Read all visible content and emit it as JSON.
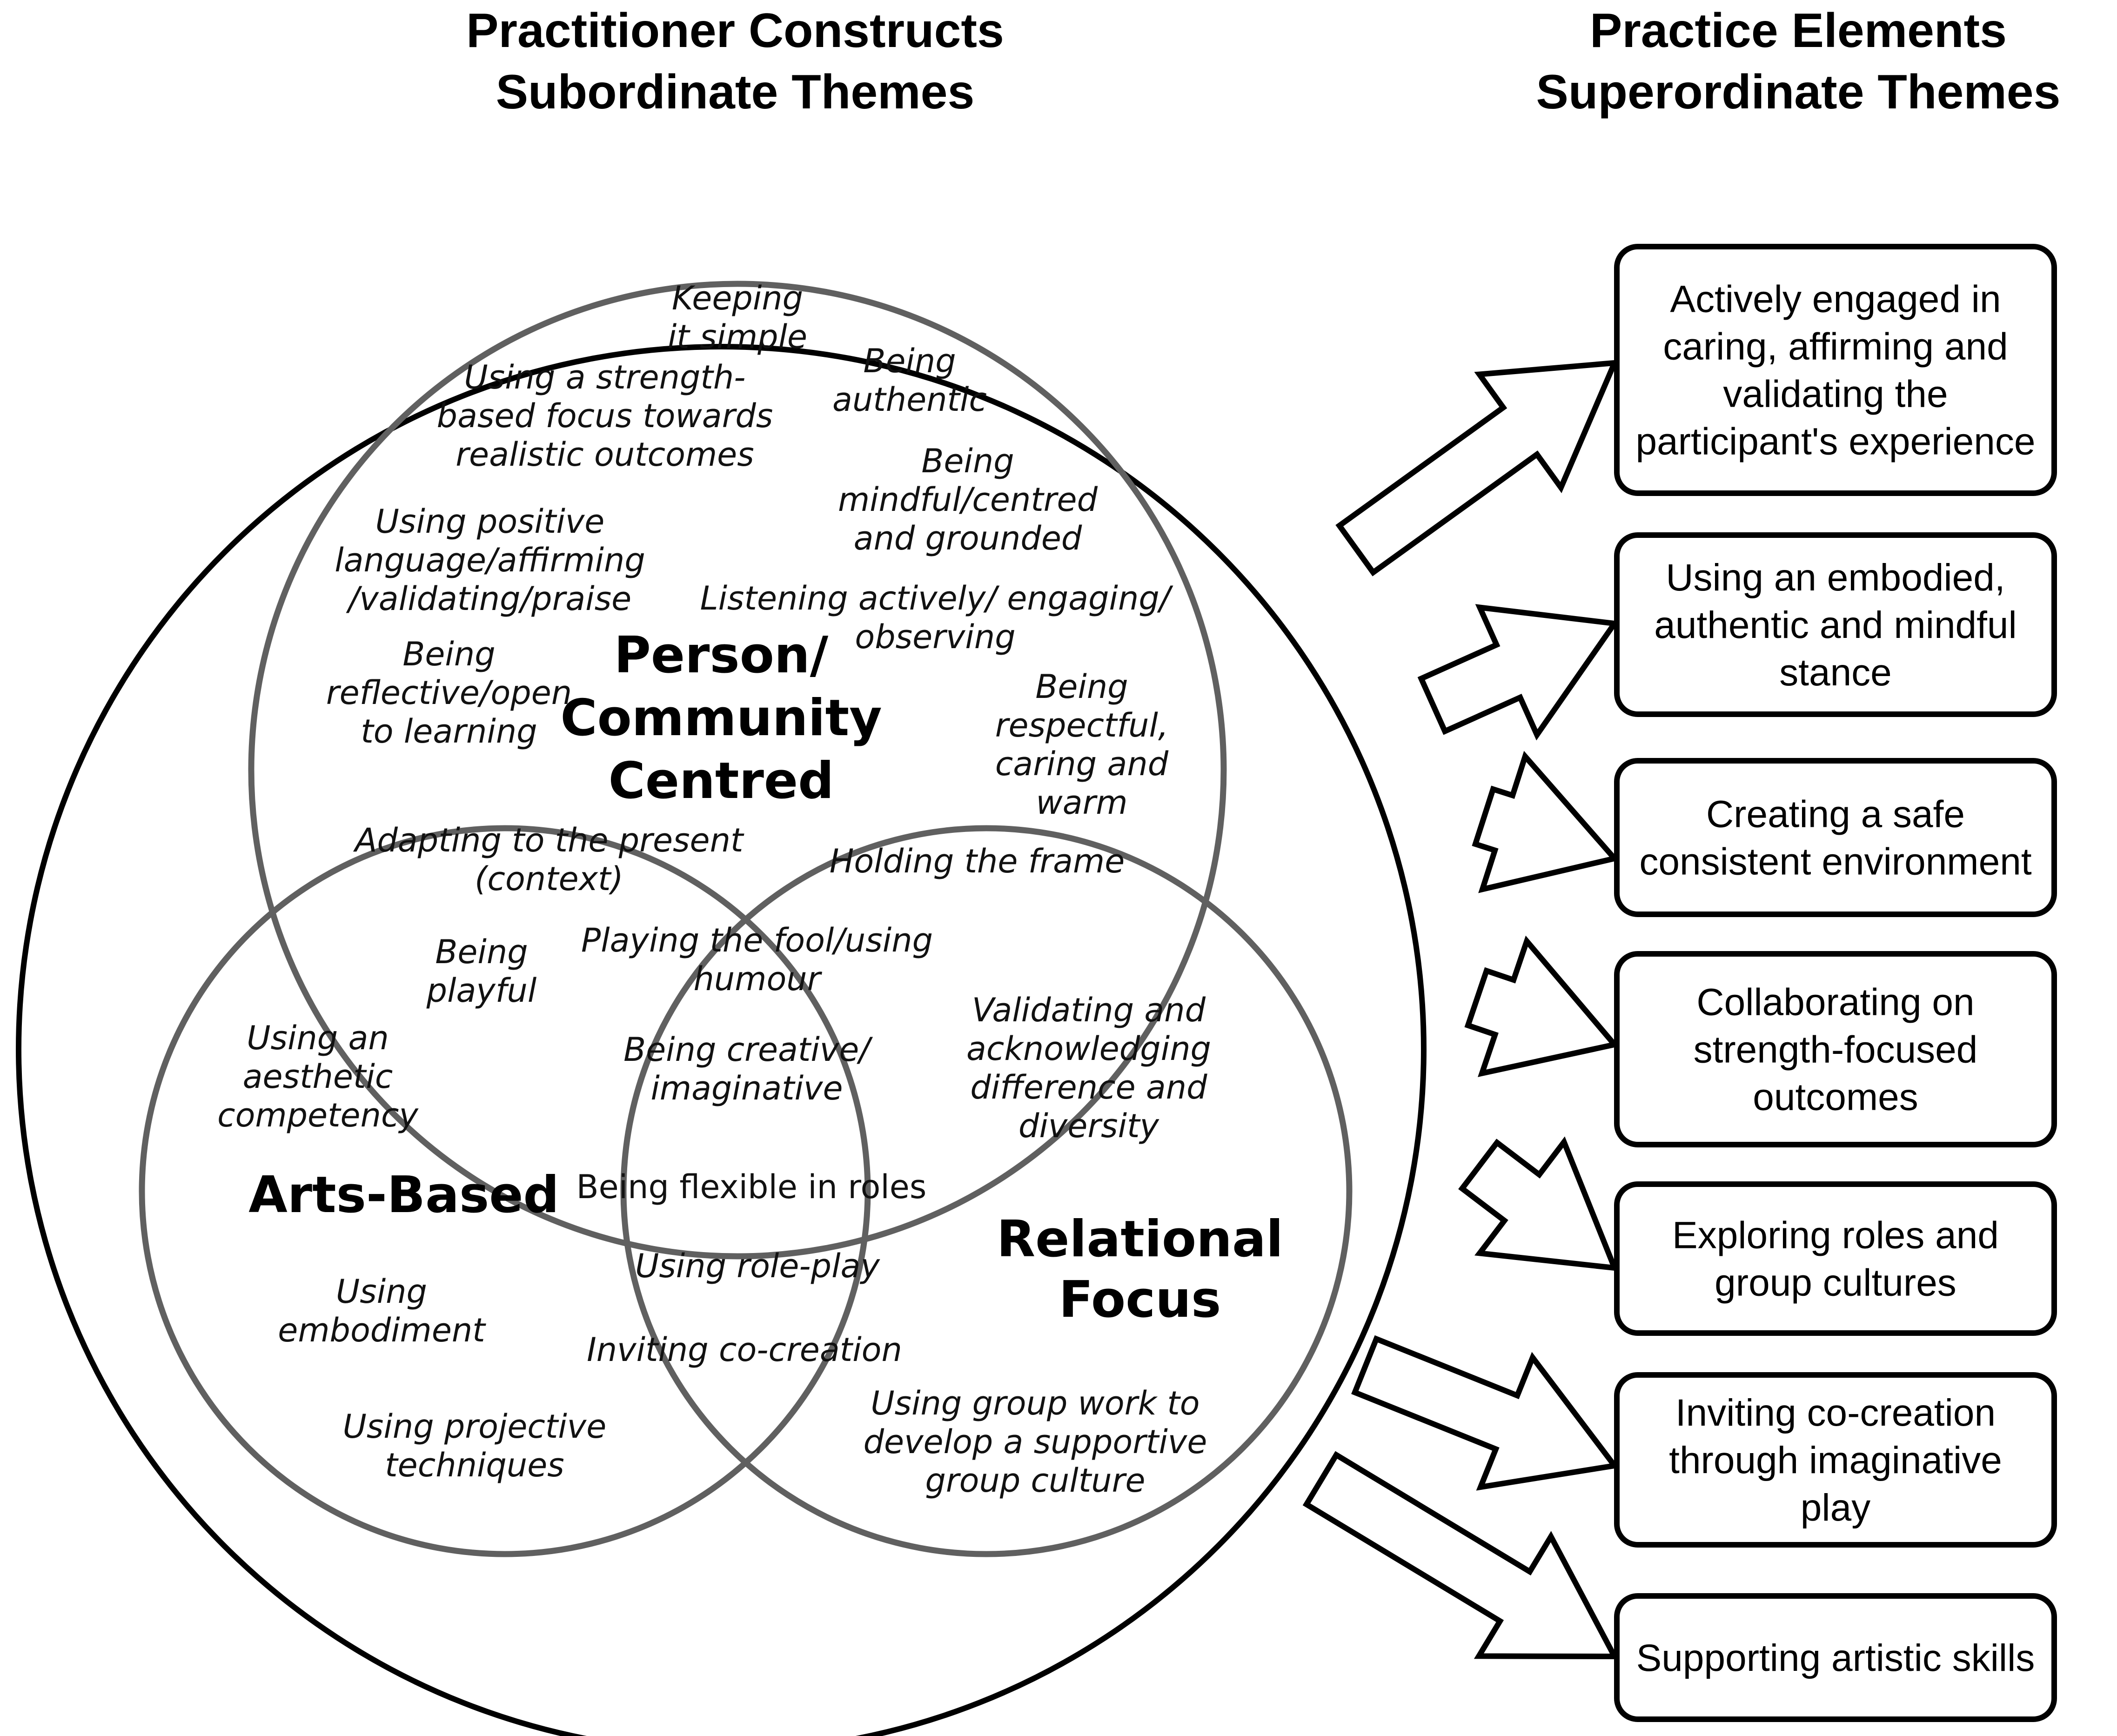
{
  "headers": {
    "left_line1": "Practitioner Constructs",
    "left_line2": "Subordinate Themes",
    "right_line1": "Practice Elements",
    "right_line2": "Superordinate Themes"
  },
  "circles": {
    "person": [
      "Person/",
      "Community",
      "Centred"
    ],
    "arts": [
      "Arts-Based"
    ],
    "relational": [
      "Relational",
      "Focus"
    ]
  },
  "themes": {
    "keeping_simple": [
      "Keeping",
      "it simple"
    ],
    "being_authentic": [
      "Being",
      "authentic"
    ],
    "strength_based": [
      "Using a strength-",
      "based focus towards",
      "realistic outcomes"
    ],
    "being_mindful": [
      "Being",
      "mindful/centred",
      "and grounded"
    ],
    "positive_language": [
      "Using positive",
      "language/affirming",
      "/validating/praise"
    ],
    "listening": [
      "Listening actively/ engaging/",
      "observing"
    ],
    "reflective": [
      "Being",
      "reflective/open",
      "to learning"
    ],
    "respectful": [
      "Being",
      "respectful,",
      "caring and",
      "warm"
    ],
    "adapting": [
      "Adapting to the present",
      "(context)"
    ],
    "holding_frame": [
      "Holding the frame"
    ],
    "playful": [
      "Being",
      "playful"
    ],
    "playing_fool": [
      "Playing the fool/using",
      "humour"
    ],
    "aesthetic": [
      "Using an",
      "aesthetic",
      "competency"
    ],
    "creative": [
      "Being creative/",
      "imaginative"
    ],
    "validating_difference": [
      "Validating and",
      "acknowledging",
      "difference and",
      "diversity"
    ],
    "flexible_roles": [
      "Being flexible in roles"
    ],
    "embodiment": [
      "Using",
      "embodiment"
    ],
    "role_play": [
      "Using role-play"
    ],
    "co_creation": [
      "Inviting co-creation"
    ],
    "projective": [
      "Using projective",
      "techniques"
    ],
    "group_work": [
      "Using group work to",
      "develop a supportive",
      "group culture"
    ]
  },
  "elements": [
    [
      "Actively engaged in",
      "caring, affirming and",
      "validating the",
      "participant's experience"
    ],
    [
      "Using an embodied,",
      "authentic and mindful",
      "stance"
    ],
    [
      "Creating a safe",
      "consistent environment"
    ],
    [
      "Collaborating on",
      "strength-focused",
      "outcomes"
    ],
    [
      "Exploring roles and",
      "group cultures"
    ],
    [
      "Inviting co-creation",
      "through imaginative",
      "play"
    ],
    [
      "Supporting artistic skills"
    ]
  ]
}
